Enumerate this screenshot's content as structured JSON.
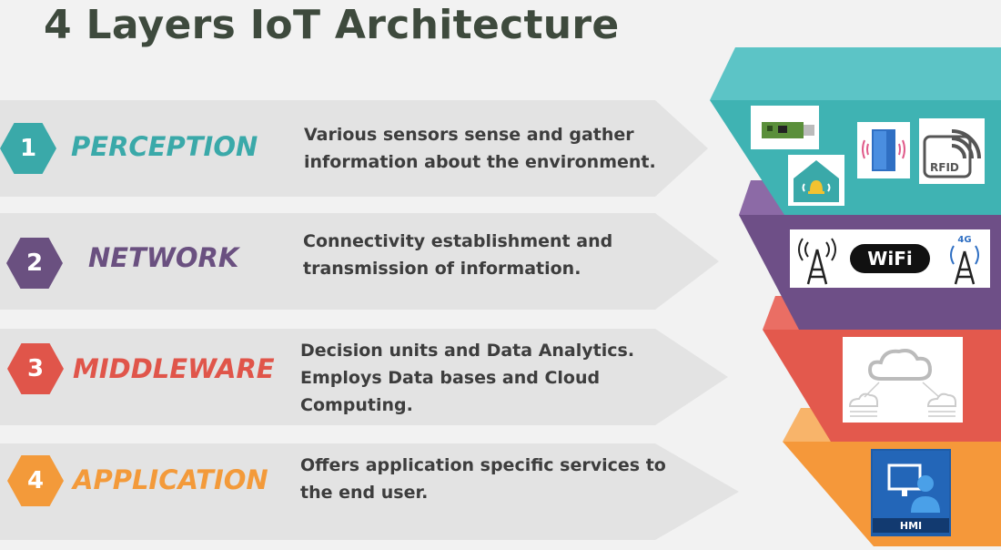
{
  "title": "4 Layers IoT Architecture",
  "layers": [
    {
      "number": "1",
      "name": "PERCEPTION",
      "description": "Various sensors sense and gather\ninformation about the environment.",
      "color": "#3aa9a9"
    },
    {
      "number": "2",
      "name": "NETWORK",
      "description": "Connectivity establishment and\ntransmission of information.",
      "color": "#6a5080"
    },
    {
      "number": "3",
      "name": "MIDDLEWARE",
      "description": "Decision units and Data Analytics.\nEmploys Data bases and Cloud\nComputing.",
      "color": "#e0554a"
    },
    {
      "number": "4",
      "name": "APPLICATION",
      "description": "Offers application specific services to\nthe end user.",
      "color": "#f39a3a"
    }
  ],
  "funnel_colors": {
    "perception": "#5cc4c6",
    "network": "#6e4f87",
    "middleware": "#e3594d",
    "application": "#f5983a"
  },
  "icons": {
    "perception": [
      "usb-sensor-icon",
      "house-alarm-icon",
      "door-sensor-icon",
      "rfid-icon"
    ],
    "network": [
      "cell-tower-icon",
      "wifi-logo-icon",
      "4g-tower-icon"
    ],
    "middleware": [
      "cloud-network-icon"
    ],
    "application": [
      "hmi-icon"
    ]
  },
  "icon_text": {
    "wifi_logo": "WiFi",
    "tower_4g": "4G",
    "rfid": "RFID",
    "hmi": "HMI"
  }
}
